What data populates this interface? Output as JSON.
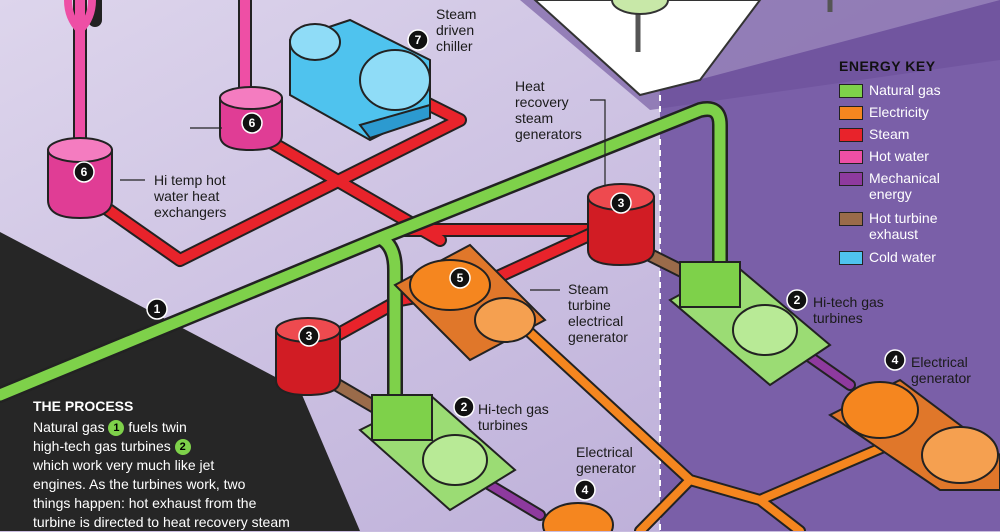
{
  "labels": {
    "steam_chiller": [
      "Steam",
      "driven",
      "chiller"
    ],
    "hrsg": [
      "Heat",
      "recovery",
      "steam",
      "generators"
    ],
    "hot_water_hx": [
      "Hi temp hot",
      "water heat",
      "exchangers"
    ],
    "steam_turbine_gen": [
      "Steam",
      "turbine",
      "electrical",
      "generator"
    ],
    "gas_turbines_right": [
      "Hi-tech gas",
      "turbines"
    ],
    "gas_turbines_center": [
      "Hi-tech gas",
      "turbines"
    ],
    "electrical_gen_right": [
      "Electrical",
      "generator"
    ],
    "electrical_gen_center": [
      "Electrical",
      "generator"
    ]
  },
  "numbers": {
    "n1": "1",
    "n2": "2",
    "n3": "3",
    "n4": "4",
    "n5": "5",
    "n6": "6",
    "n7": "7"
  },
  "energy_key": {
    "title": "ENERGY KEY",
    "items": [
      {
        "label": "Natural gas",
        "color": "#7ed14a"
      },
      {
        "label": "Electricity",
        "color": "#f5861f"
      },
      {
        "label": "Steam",
        "color": "#e8232b"
      },
      {
        "label": "Hot water",
        "color": "#ee4fa5"
      },
      {
        "label": "Mechanical energy",
        "label_lines": [
          "Mechanical",
          "energy"
        ],
        "color": "#8e3a9e"
      },
      {
        "label": "Hot turbine exhaust",
        "label_lines": [
          "Hot turbine",
          "exhaust"
        ],
        "color": "#9a6b4a"
      },
      {
        "label": "Cold water",
        "color": "#4fc3ee"
      }
    ]
  },
  "process": {
    "title": "THE PROCESS",
    "text_1": "Natural gas",
    "chip_1": "1",
    "text_2": "fuels twin",
    "text_3": "high-tech gas turbines",
    "chip_2": "2",
    "text_4": "which work very much like jet",
    "text_5": "engines.  As the turbines work, two",
    "text_6": "things happen: hot exhaust from the",
    "text_7": "turbine is directed to heat recovery steam"
  },
  "colors": {
    "background_purple": "#c9bde0",
    "dark_panel": "#2b2b2b",
    "natural_gas": "#7ed14a",
    "electricity": "#f5861f",
    "steam": "#e8232b",
    "hot_water": "#ee4fa5",
    "mechanical": "#8e3a9e",
    "exhaust": "#9a6b4a",
    "cold_water": "#4fc3ee"
  }
}
